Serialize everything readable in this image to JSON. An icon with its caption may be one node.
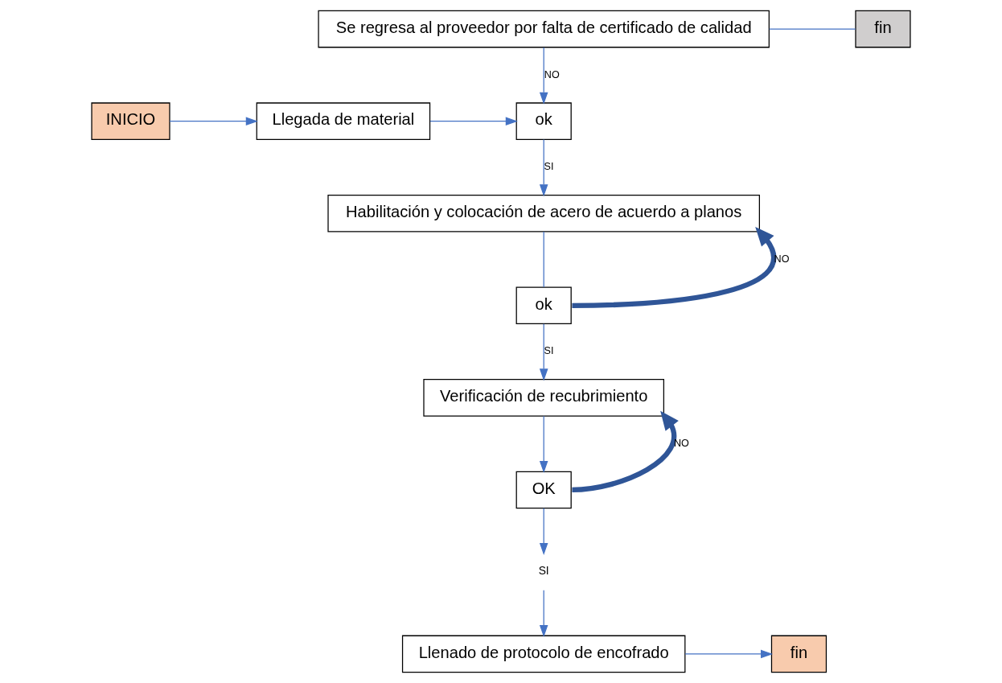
{
  "diagram": {
    "nodes": [
      {
        "text": [
          "INICIO"
        ]
      },
      {
        "text": [
          "Llegada de material"
        ]
      },
      {
        "text": [
          "ok"
        ]
      },
      {
        "text": [
          "fin"
        ]
      },
      {
        "text": [
          "Se regresa al proveedor por falta de certificado de calidad"
        ]
      },
      {
        "text": [
          "Habilitación y colocación de acero de acuerdo a planos"
        ]
      },
      {
        "text": [
          "Verificación de recubrimiento"
        ]
      },
      {
        "text": [
          "ok"
        ]
      },
      {
        "text": [
          "OK"
        ]
      },
      {
        "text": [
          "SI"
        ]
      },
      {
        "text": [
          "Llenado de protocolo de encofrado"
        ]
      },
      {
        "text": [
          "fin"
        ]
      }
    ],
    "edges": [
      {
        "from": 0,
        "to": 1,
        "arrow": "to"
      },
      {
        "from": 1,
        "to": 2,
        "arrow": "to"
      },
      {
        "from": 4,
        "to": 2,
        "arrow": "to",
        "label": "NO"
      },
      {
        "from": 4,
        "to": 3,
        "arrow": "none"
      },
      {
        "from": 2,
        "to": 5,
        "arrow": "to",
        "label": "SI"
      },
      {
        "from": 5,
        "to": 7,
        "arrow": "none"
      },
      {
        "from": 7,
        "to": 5,
        "arrow": "to",
        "label": "NO",
        "style": "thick",
        "color": "#2f5597"
      },
      {
        "from": 7,
        "to": 6,
        "arrow": "to",
        "label": "SI"
      },
      {
        "from": 6,
        "to": 8,
        "arrow": "to"
      },
      {
        "from": 8,
        "to": 6,
        "arrow": "to",
        "label": "NO",
        "style": "thick",
        "color": "#2f5597"
      },
      {
        "from": 8,
        "to": 9,
        "arrow": "to"
      },
      {
        "from": 9,
        "to": 10,
        "arrow": "to"
      },
      {
        "from": 10,
        "to": 11,
        "arrow": "to"
      }
    ]
  }
}
